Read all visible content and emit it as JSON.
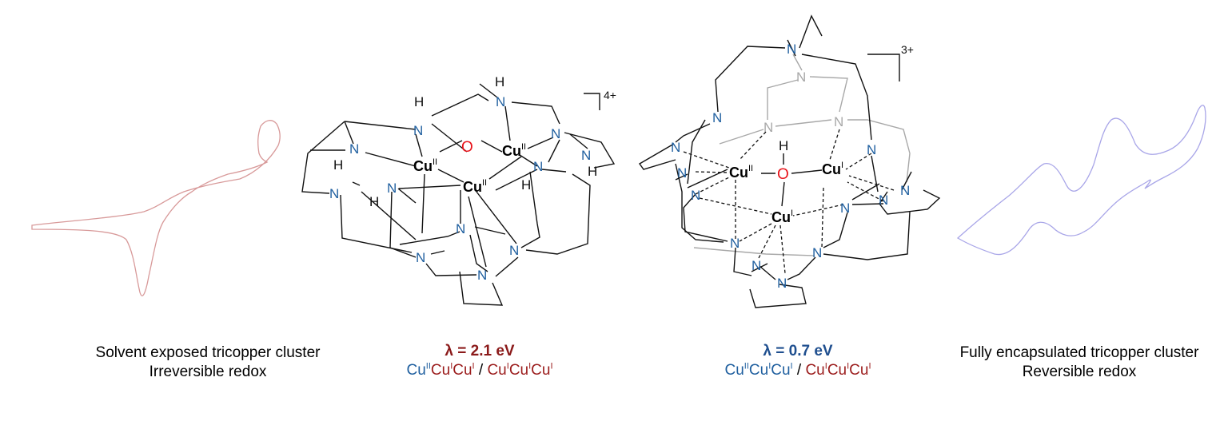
{
  "left_caption": {
    "line1": "Solvent exposed tricopper cluster",
    "line2": "Irreversible redox"
  },
  "right_caption": {
    "line1": "Fully encapsulated tricopper cluster",
    "line2": "Reversible redox"
  },
  "left_complex": {
    "charge": "4+",
    "lambda": "λ = 2.1 eV",
    "copper_label": "Cu",
    "ox_II": "II",
    "nitrogen": "N",
    "hydrogen": "H",
    "oxygen": "O",
    "couple": {
      "a1": "Cu",
      "a1_ox": "II",
      "a2": "Cu",
      "a2_ox": "I",
      "a3": "Cu",
      "a3_ox": "I",
      "sep": " / ",
      "b1": "Cu",
      "b1_ox": "I",
      "b2": "Cu",
      "b2_ox": "I",
      "b3": "Cu",
      "b3_ox": "I"
    }
  },
  "right_complex": {
    "charge": "3+",
    "lambda": "λ = 0.7 eV",
    "copper_label": "Cu",
    "ox_II": "II",
    "ox_I": "I",
    "nitrogen": "N",
    "hydrogen": "H",
    "oxygen": "O",
    "couple": {
      "a1": "Cu",
      "a1_ox": "II",
      "a2": "Cu",
      "a2_ox": "I",
      "a3": "Cu",
      "a3_ox": "I",
      "sep": " / ",
      "b1": "Cu",
      "b1_ox": "I",
      "b2": "Cu",
      "b2_ox": "I",
      "b3": "Cu",
      "b3_ox": "I"
    }
  },
  "colors": {
    "nitrogen": "#1f5f9f",
    "oxygen": "#e8141b",
    "cv_left": "#d89a9a",
    "cv_right": "#a9a6e8",
    "lambda_left": "#8b1a1a",
    "lambda_right": "#1f4f8f"
  }
}
